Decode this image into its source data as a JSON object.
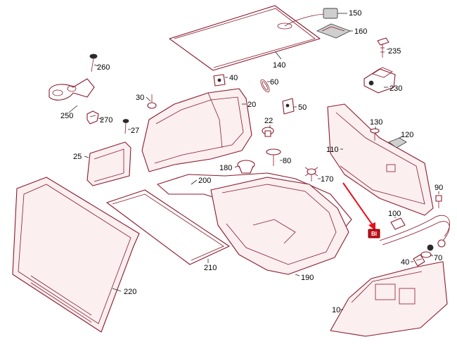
{
  "diagram": {
    "callouts": {
      "p150": "150",
      "p160": "160",
      "p140": "140",
      "p235": "235",
      "p260": "260",
      "p40a": "40",
      "p60": "60",
      "p230": "230",
      "p30": "30",
      "p20": "20",
      "p50": "50",
      "p250": "250",
      "p270": "270",
      "p27": "27",
      "p22": "22",
      "p130": "130",
      "p120": "120",
      "p25": "25",
      "p110": "110",
      "p180": "180",
      "p80": "80",
      "p200": "200",
      "p170": "170",
      "p90": "90",
      "p100": "100",
      "p210": "210",
      "p70": "70",
      "p40b": "40",
      "p190": "190",
      "p220": "220",
      "p10": "10"
    },
    "highlight_tag": "BI",
    "colors": {
      "line_art": "#8a1a2c",
      "arrow": "#e8101a",
      "highlight": "#c0101a"
    }
  }
}
